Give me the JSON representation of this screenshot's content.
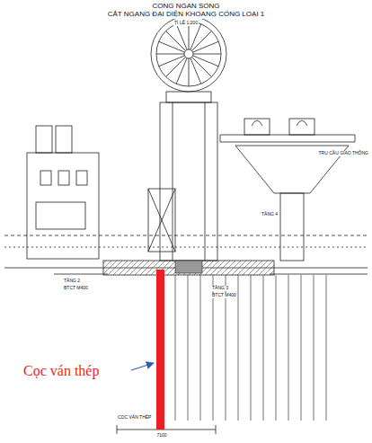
{
  "diagram": {
    "title": "CONG NGAN SONG",
    "labels": [
      "CẮT NGANG ĐẠI DIỆN KHOANG CỐNG LOẠI 1",
      "TỈ LỆ 1:200",
      "TRỤ CẦU GIAO THÔNG",
      "TẦNG 4",
      "TẦNG 2",
      "TẦNG 3",
      "BTCT M400",
      "BTCT M400",
      "CỌC VÁN THÉP",
      "7100",
      "Cọc ván thép"
    ]
  }
}
